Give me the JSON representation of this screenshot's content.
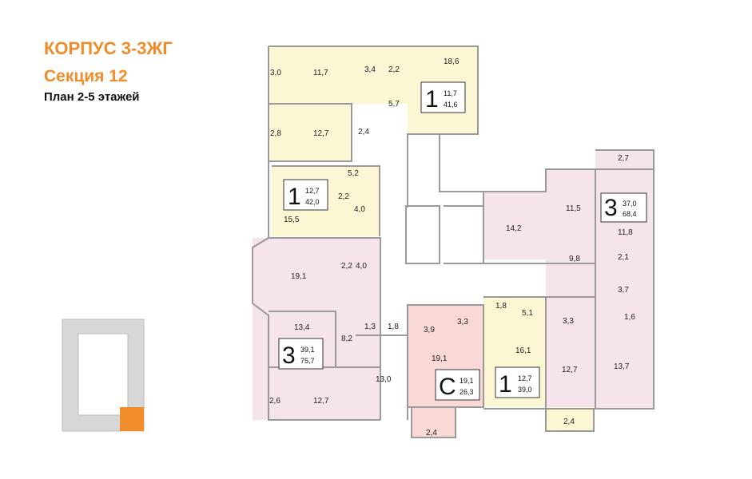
{
  "header": {
    "building": "КОРПУС 3-3ЖГ",
    "section": "Секция 12",
    "plan": "План 2-5 этажей"
  },
  "colors": {
    "accent": "#f08c2a",
    "yellow_unit": "#fbf6d4",
    "pink_unit": "#f6e4ec",
    "studio_unit": "#f9d9d6"
  },
  "apartments": [
    {
      "rooms": "1",
      "living": "11,7",
      "total": "41,6"
    },
    {
      "rooms": "1",
      "living": "12,7",
      "total": "42,0"
    },
    {
      "rooms": "3",
      "living": "37,0",
      "total": "68,4"
    },
    {
      "rooms": "3",
      "living": "39,1",
      "total": "75,7"
    },
    {
      "rooms": "С",
      "living": "19,1",
      "total": "26,3"
    },
    {
      "rooms": "1",
      "living": "12,7",
      "total": "39,0"
    }
  ],
  "areas": [
    "3,0",
    "11,7",
    "3,4",
    "2,2",
    "18,6",
    "5,7",
    "2,8",
    "12,7",
    "2,4",
    "5,2",
    "2,2",
    "4,0",
    "15,5",
    "19,1",
    "2,2",
    "4,0",
    "13,4",
    "1,3",
    "1,8",
    "8,2",
    "13,0",
    "2,6",
    "12,7",
    "3,9",
    "3,3",
    "19,1",
    "2,4",
    "14,2",
    "11,5",
    "9,8",
    "2,7",
    "11,8",
    "2,1",
    "3,7",
    "1,8",
    "5,1",
    "3,3",
    "16,1",
    "12,7",
    "1,6",
    "13,7",
    "2,4"
  ]
}
